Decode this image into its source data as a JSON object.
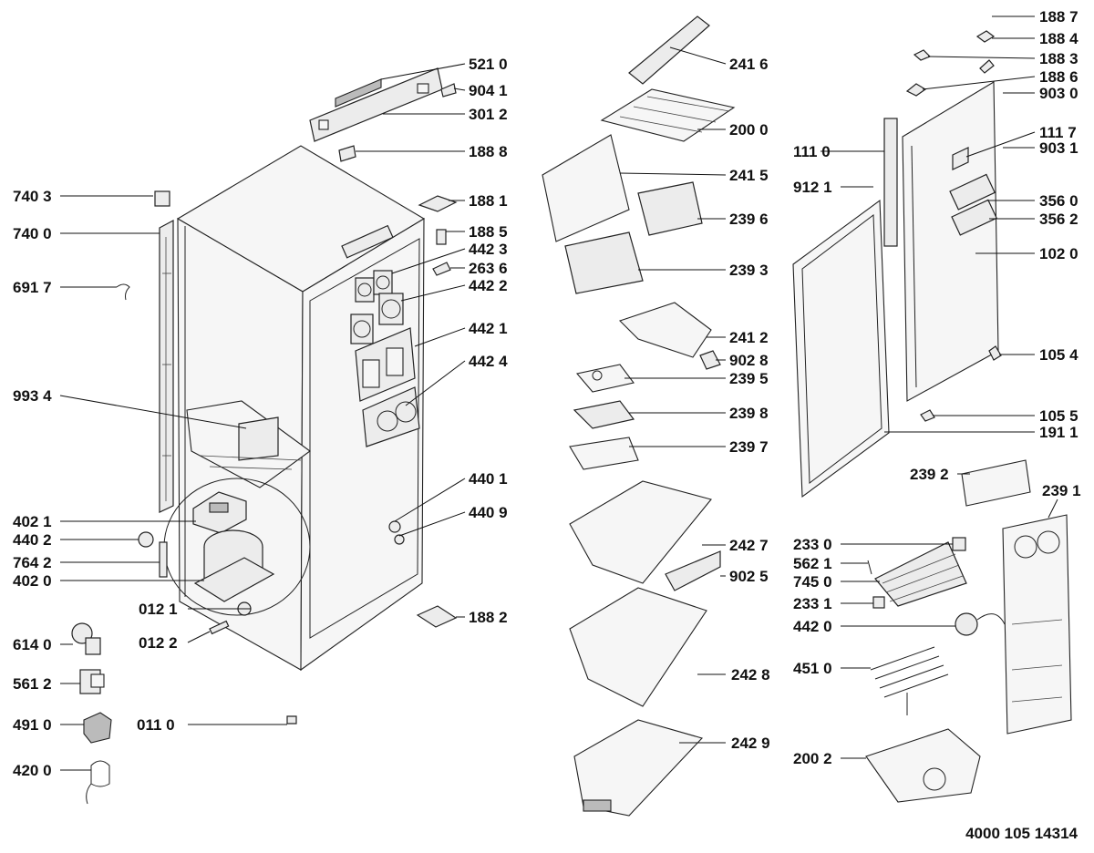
{
  "doc_number": "4000 105 14314",
  "callouts": {
    "c5210": "521 0",
    "c9041": "904 1",
    "c3012": "301 2",
    "c1888": "188 8",
    "c7403": "740 3",
    "c7400": "740 0",
    "c1881": "188 1",
    "c1885": "188 5",
    "c4423": "442 3",
    "c2636": "263 6",
    "c6917": "691 7",
    "c4422": "442 2",
    "c4421": "442 1",
    "c4424": "442 4",
    "c9934": "993 4",
    "c4401": "440 1",
    "c4021": "402 1",
    "c4409": "440 9",
    "c4402": "440 2",
    "c7642": "764 2",
    "c4020": "402 0",
    "c0121": "012 1",
    "c1882": "188 2",
    "c0122": "012 2",
    "c6140": "614 0",
    "c5612": "561 2",
    "c4910": "491 0",
    "c0110": "011 0",
    "c4200": "420 0",
    "c2416": "241 6",
    "c2000": "200 0",
    "c2415": "241 5",
    "c2396": "239 6",
    "c2393": "239 3",
    "c2412": "241 2",
    "c9028": "902 8",
    "c2395": "239 5",
    "c2398": "239 8",
    "c2397": "239 7",
    "c2427": "242 7",
    "c9025": "902 5",
    "c2428": "242 8",
    "c2429": "242 9",
    "c1887": "188 7",
    "c1884": "188 4",
    "c1883": "188 3",
    "c1886": "188 6",
    "c9030": "903 0",
    "c1110": "111 0",
    "c1117": "111 7",
    "c9031": "903 1",
    "c9121": "912 1",
    "c3560": "356 0",
    "c3562": "356 2",
    "c1020": "102 0",
    "c1054": "105 4",
    "c1055": "105 5",
    "c1911": "191 1",
    "c2392": "239 2",
    "c2391": "239 1",
    "c2330": "233 0",
    "c5621": "562 1",
    "c7450": "745 0",
    "c2331": "233 1",
    "c4420": "442 0",
    "c4510": "451 0",
    "c2002": "200 2"
  }
}
